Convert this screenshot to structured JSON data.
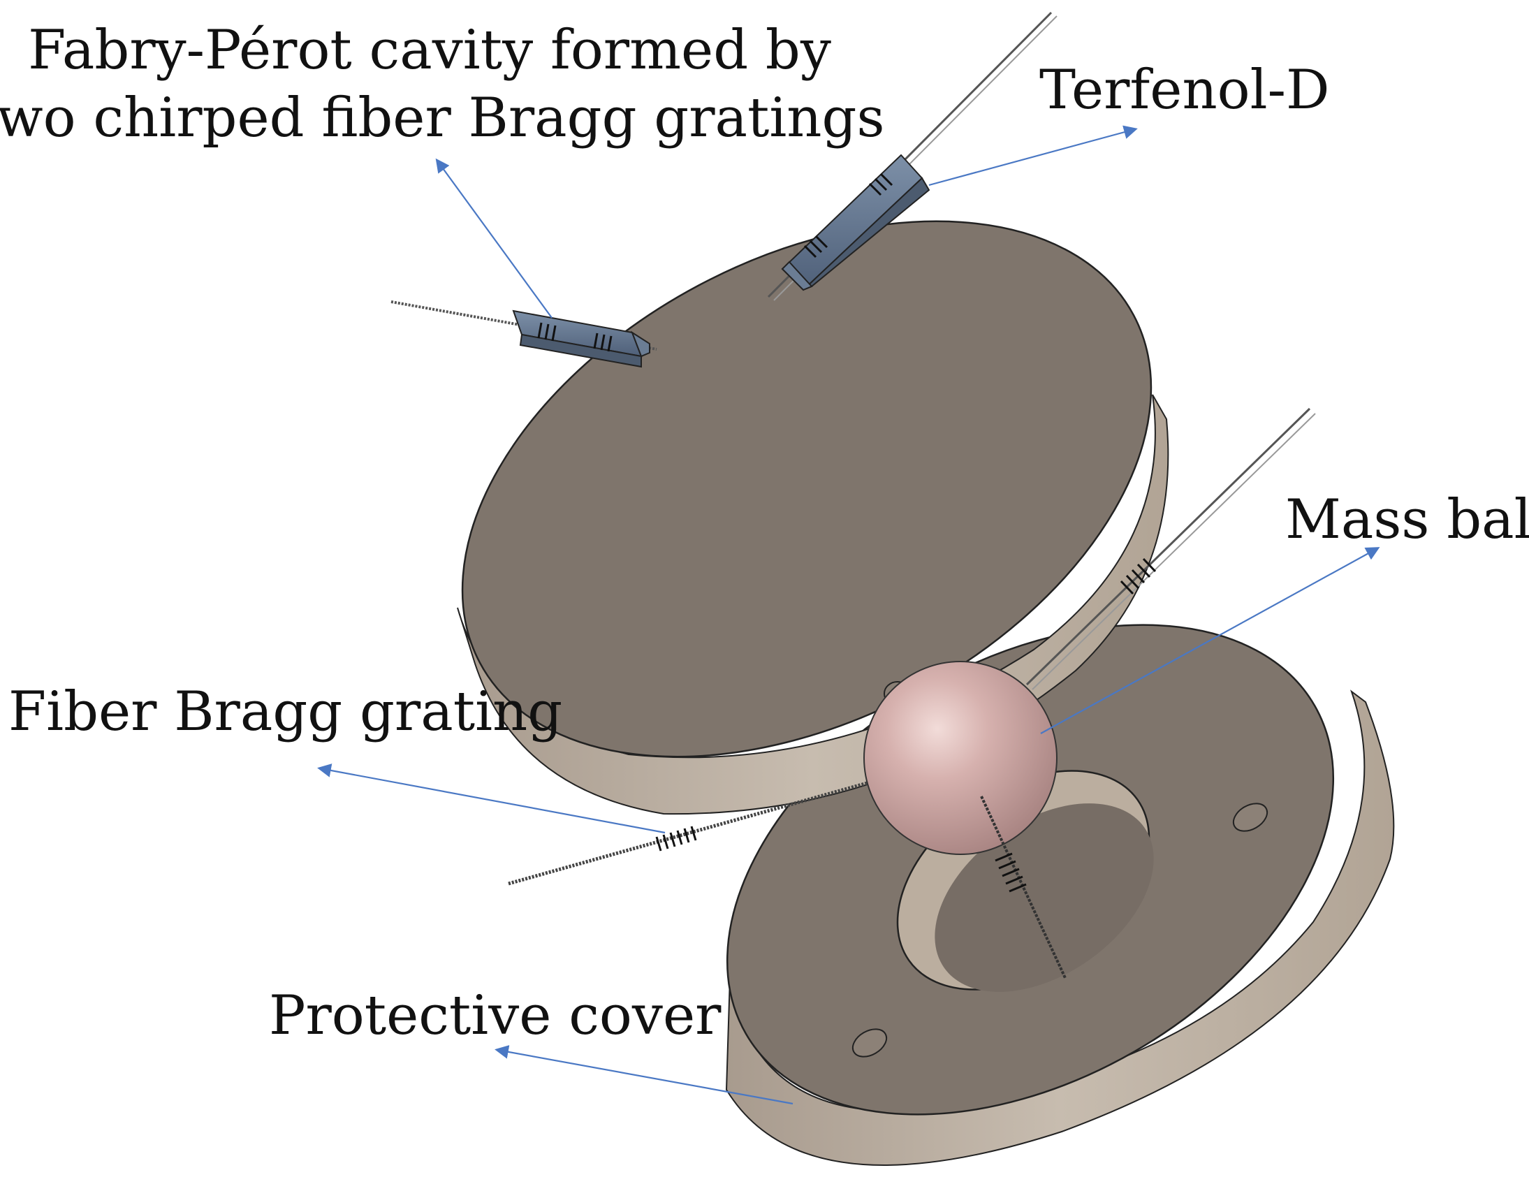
{
  "labels": {
    "fp_cavity_line1": "Fabry-Pérot cavity formed by",
    "fp_cavity_line2": "two chirped fiber Bragg gratings",
    "terfenol": "Terfenol-D",
    "mass_ball": "Mass ball",
    "fbg": "Fiber Bragg grating",
    "protective_cover": "Protective cover"
  },
  "colors": {
    "arrow": "#4a78c4",
    "disk_top": "#7f756c",
    "disk_side": "#bdb0a2",
    "ball": "#c8a3a0",
    "terfenol_block": "#5d6f86",
    "fiber": "#555555"
  }
}
